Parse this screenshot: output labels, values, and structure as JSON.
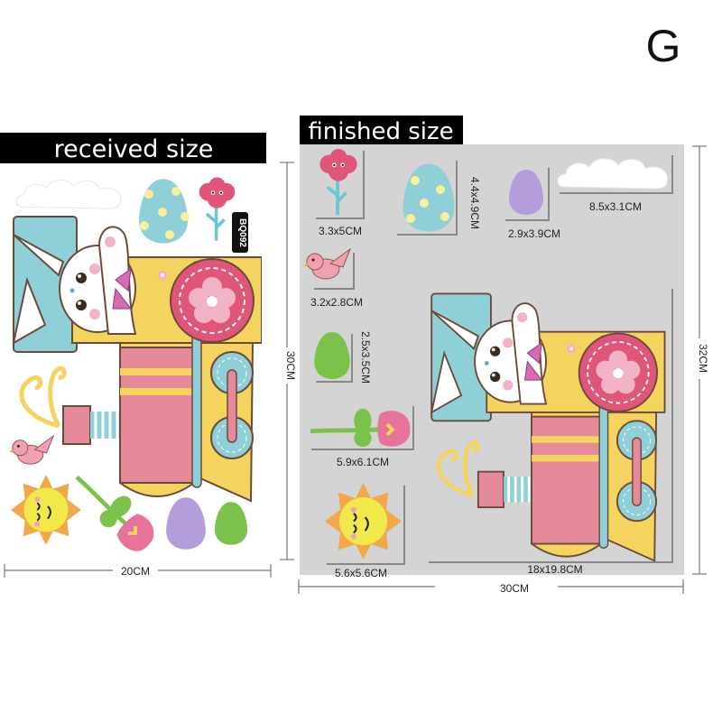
{
  "variant_letter": "G",
  "left_panel": {
    "label": "received size",
    "product_code": "BQ092",
    "height_label": "30CM",
    "width_label": "20CM"
  },
  "right_panel": {
    "label": "finished size",
    "height_label": "32CM",
    "width_label": "30CM",
    "item_sizes": {
      "flower": "3.3x5CM",
      "blue_egg": "4.4x4.9CM",
      "purple_egg": "2.9x3.9CM",
      "cloud": "8.5x3.1CM",
      "bird": "3.2x2.8CM",
      "green_egg": "2.5x3.5CM",
      "tulip": "5.9x6.1CM",
      "sun": "5.6x5.6CM",
      "train": "18x19.8CM"
    }
  },
  "colors": {
    "panel_gray": "#d4d4d4",
    "label_bg": "#000000",
    "pink": "#e0557a",
    "teal": "#8fd0d8",
    "yellow": "#f4d35e",
    "boiler_pink": "#e48a9a"
  }
}
